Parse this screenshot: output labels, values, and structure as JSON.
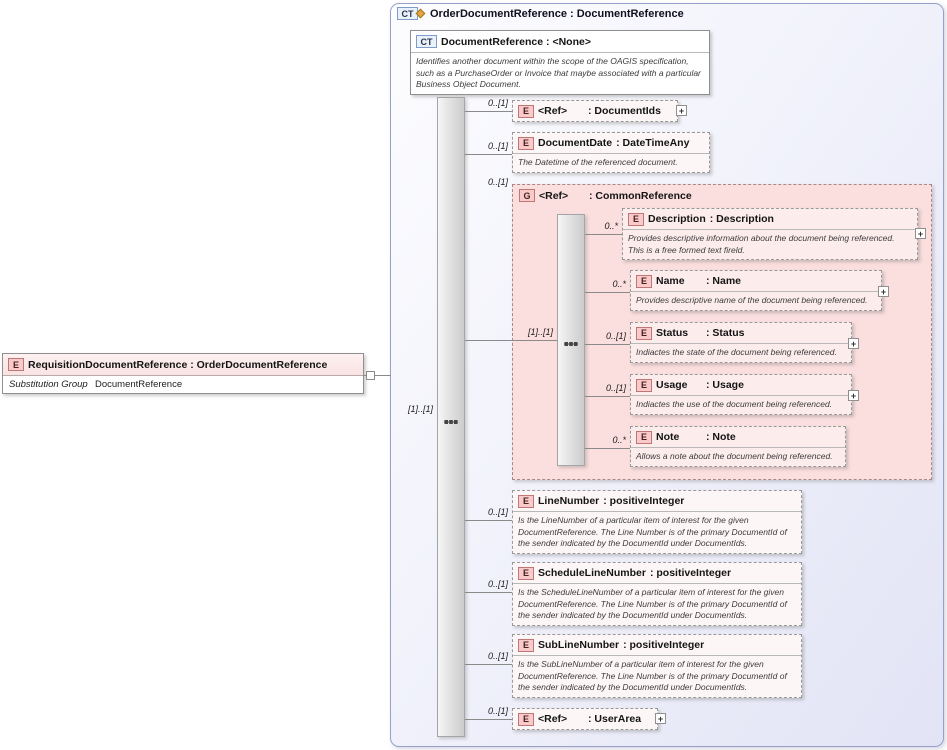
{
  "diagram": {
    "expand_symbol": "+",
    "root_element": {
      "badge": "E",
      "title": "RequisitionDocumentReference : OrderDocumentReference",
      "substitution_group_label": "Substitution Group",
      "substitution_group_value": "DocumentReference"
    },
    "container": {
      "badge": "CT",
      "title": "OrderDocumentReference : DocumentReference",
      "base_type": {
        "badge": "CT",
        "title": "DocumentReference : <None>",
        "annotation": "Identifies another document within the scope of the OAGIS specification, such as a PurchaseOrder or Invoice that maybe associated with a particular Business Object Document."
      },
      "sequence": {
        "cardinality": "[1]..[1]"
      },
      "children": [
        {
          "badge": "E",
          "cardinality": "0..[1]",
          "name": "<Ref>",
          "type": ": DocumentIds"
        },
        {
          "badge": "E",
          "cardinality": "0..[1]",
          "name": "DocumentDate",
          "type": ": DateTimeAny",
          "annotation": "The Datetime of the referenced document."
        },
        {
          "badge": "G",
          "cardinality": "0..[1]",
          "name": "<Ref>",
          "type": ": CommonReference",
          "sequence": {
            "cardinality": "[1]..[1]"
          },
          "children": [
            {
              "badge": "E",
              "cardinality": "0..*",
              "name": "Description",
              "type": ": Description",
              "annotation": "Provides descriptive information about the document being referenced. This is a free formed text fireld."
            },
            {
              "badge": "E",
              "cardinality": "0..*",
              "name": "Name",
              "type": ": Name",
              "annotation": "Provides descriptive name of the document being referenced."
            },
            {
              "badge": "E",
              "cardinality": "0..[1]",
              "name": "Status",
              "type": ": Status",
              "annotation": "Indiactes the state of the document being referenced."
            },
            {
              "badge": "E",
              "cardinality": "0..[1]",
              "name": "Usage",
              "type": ": Usage",
              "annotation": "Indiactes the use of the document being referenced."
            },
            {
              "badge": "E",
              "cardinality": "0..*",
              "name": "Note",
              "type": ": Note",
              "annotation": "Allows a note about the document being referenced."
            }
          ]
        },
        {
          "badge": "E",
          "cardinality": "0..[1]",
          "name": "LineNumber",
          "type": ": positiveInteger",
          "annotation": "Is the LineNumber of a particular item of interest for the given DocumentReference. The Line Number is of the primary DocumentId of the sender indicated by the DocumentId under DocumentIds."
        },
        {
          "badge": "E",
          "cardinality": "0..[1]",
          "name": "ScheduleLineNumber",
          "type": ": positiveInteger",
          "annotation": "Is the ScheduleLineNumber of a particular item of interest for the given DocumentReference. The Line Number is of the primary DocumentId of the sender indicated by the DocumentId under DocumentIds."
        },
        {
          "badge": "E",
          "cardinality": "0..[1]",
          "name": "SubLineNumber",
          "type": ": positiveInteger",
          "annotation": "Is the SubLineNumber of a particular item of interest for the given DocumentReference. The Line Number is of the primary DocumentId of the sender indicated by the DocumentId under DocumentIds."
        },
        {
          "badge": "E",
          "cardinality": "0..[1]",
          "name": "<Ref>",
          "type": ": UserArea"
        }
      ]
    }
  }
}
